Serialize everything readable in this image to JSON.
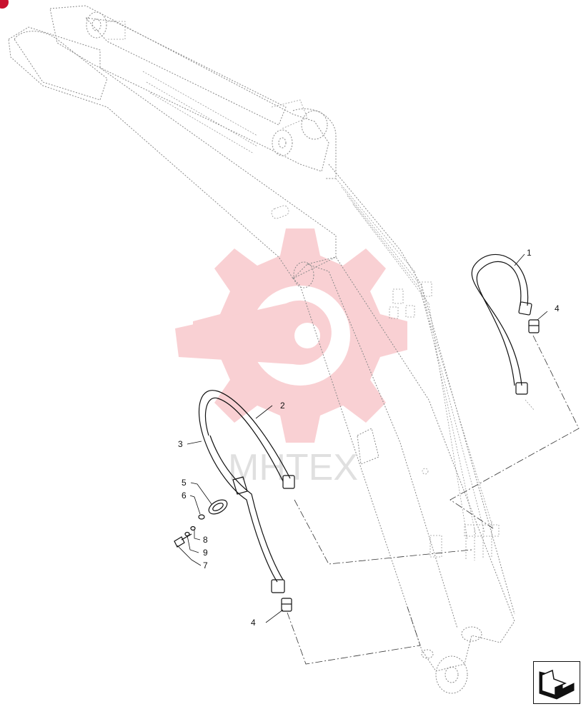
{
  "watermark": {
    "text": "MHTEX",
    "logo_color": "#e8303a"
  },
  "callouts": [
    {
      "id": "c1",
      "label": "1"
    },
    {
      "id": "c2",
      "label": "2"
    },
    {
      "id": "c3",
      "label": "3"
    },
    {
      "id": "c4a",
      "label": "4"
    },
    {
      "id": "c4b",
      "label": "4"
    },
    {
      "id": "c5",
      "label": "5"
    },
    {
      "id": "c6",
      "label": "6"
    },
    {
      "id": "c7",
      "label": "7"
    },
    {
      "id": "c8",
      "label": "8"
    },
    {
      "id": "c9",
      "label": "9"
    }
  ],
  "icons": {
    "corner": "red-dot-icon",
    "nav": "next-page-arrow-icon"
  },
  "colors": {
    "line": "#111111",
    "ghost": "#8a8a8a",
    "accent": "#c8102e"
  }
}
